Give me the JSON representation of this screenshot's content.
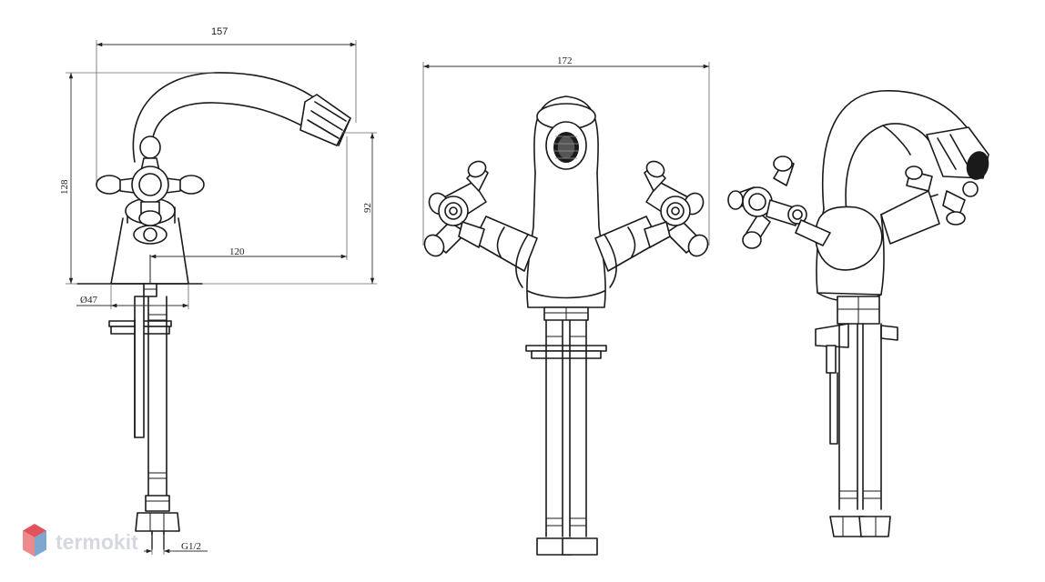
{
  "dimensions": {
    "side_width": "157",
    "side_height": "128",
    "spout_height": "92",
    "spout_reach": "120",
    "base_diameter": "Ø47",
    "connection": "G1/2",
    "front_width": "172"
  },
  "watermark": {
    "text": "termokit",
    "colors": {
      "top": "#e0555d",
      "bottom": "#7fa6cf"
    }
  }
}
